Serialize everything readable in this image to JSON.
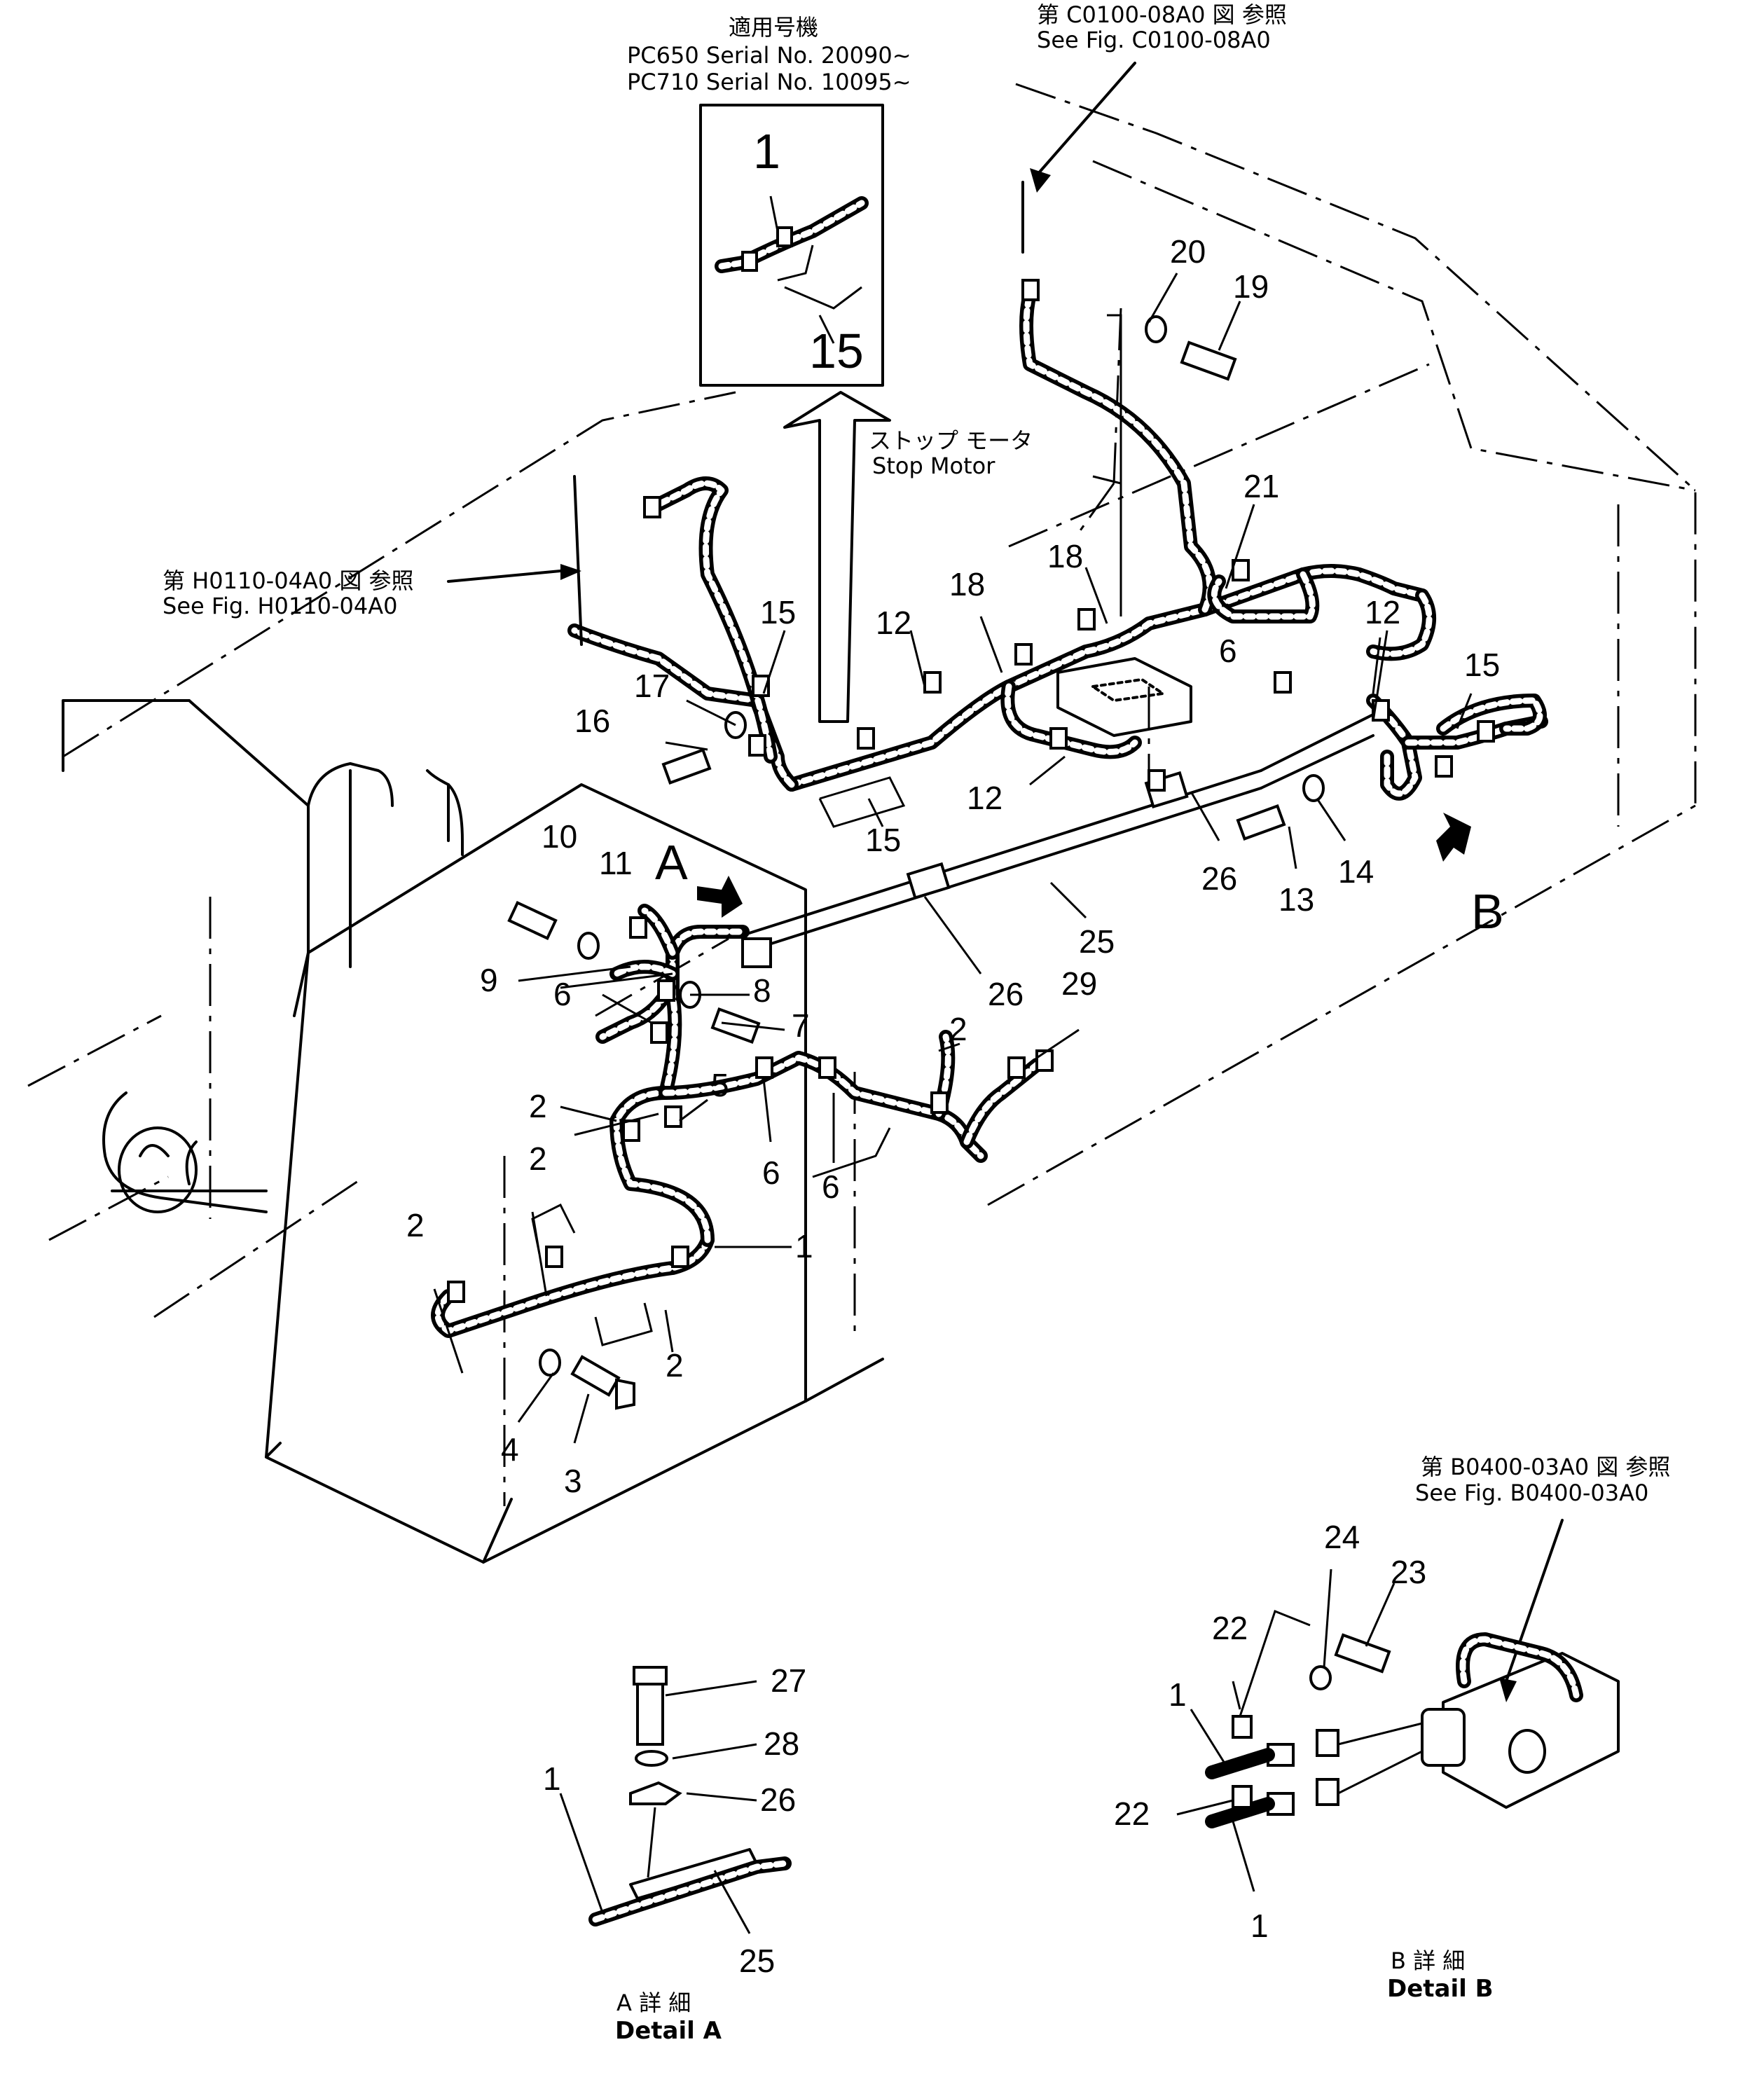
{
  "header": {
    "applicable_jp": "適用号機",
    "serial_line1": "PC650  Serial  No.  20090~",
    "serial_line2": "PC710  Serial  No.  10095~"
  },
  "refs": {
    "c0100_jp": "第 C0100-08A0 図 参照",
    "c0100_en": "See Fig. C0100-08A0",
    "h0110_jp": "第 H0110-04A0 図 参照",
    "h0110_en": "See Fig. H0110-04A0",
    "b0400_jp": "第 B0400-03A0 図 参照",
    "b0400_en": "See Fig. B0400-03A0"
  },
  "stop_motor": {
    "jp": "ストップ モータ",
    "en": "Stop Motor"
  },
  "inset": {
    "label_top": "1",
    "label_bottom": "15"
  },
  "view_markers": {
    "a": "A",
    "b": "B"
  },
  "callouts": {
    "c1": "1",
    "c2a": "2",
    "c2b": "2",
    "c2c": "2",
    "c2d": "2",
    "c2e": "2",
    "c3": "3",
    "c4": "4",
    "c5": "5",
    "c6a": "6",
    "c6b": "6",
    "c6c": "6",
    "c6d": "6",
    "c7": "7",
    "c8": "8",
    "c9": "9",
    "c10": "10",
    "c11": "11",
    "c12a": "12",
    "c12b": "12",
    "c12c": "12",
    "c13": "13",
    "c14": "14",
    "c15a": "15",
    "c15b": "15",
    "c15c": "15",
    "c16": "16",
    "c17": "17",
    "c18a": "18",
    "c18b": "18",
    "c19": "19",
    "c20": "20",
    "c21": "21",
    "c25": "25",
    "c26a": "26",
    "c26b": "26",
    "c29": "29"
  },
  "detail_a": {
    "c27": "27",
    "c28": "28",
    "c26": "26",
    "c1": "1",
    "c25": "25",
    "title_jp": "A 詳 細",
    "title_en": "Detail A"
  },
  "detail_b": {
    "c24": "24",
    "c23": "23",
    "c22a": "22",
    "c22b": "22",
    "c1a": "1",
    "c1b": "1",
    "title_jp": "B 詳 細",
    "title_en": "Detail B"
  }
}
